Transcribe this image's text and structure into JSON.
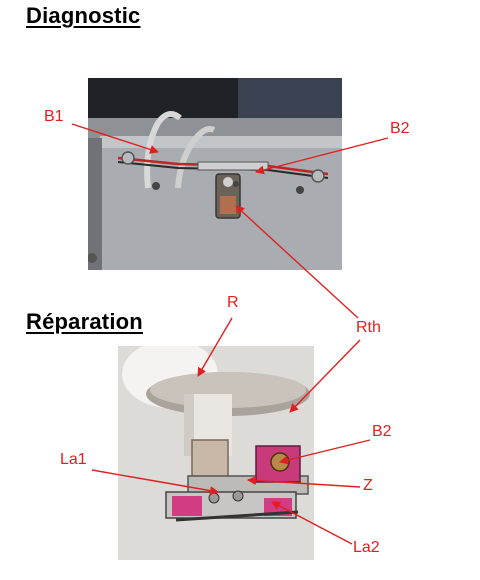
{
  "sections": {
    "diagnostic_title": "Diagnostic",
    "reparation_title": "Réparation"
  },
  "labels": {
    "b1": "B1",
    "b2_top": "B2",
    "r": "R",
    "rth": "Rth",
    "b2_bottom": "B2",
    "la1": "La1",
    "z": "Z",
    "la2": "La2"
  },
  "colors": {
    "annotation": "#e02020"
  }
}
